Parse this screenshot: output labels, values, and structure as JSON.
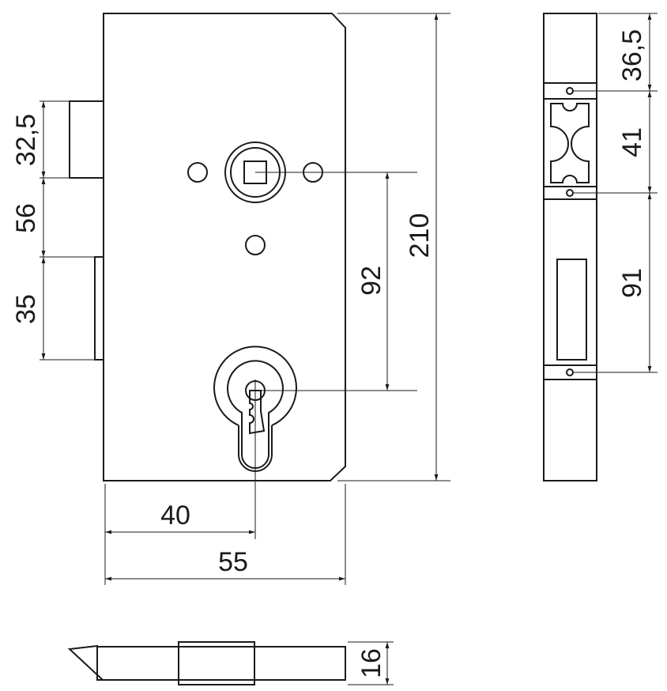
{
  "drawing": {
    "front_view": {
      "dimensions": {
        "latch_height": "32,5",
        "latch_to_bolt": "56",
        "bolt_height": "35",
        "spindle_to_cylinder": "92",
        "total_height": "210",
        "backset": "40",
        "total_width": "55"
      }
    },
    "strike_plate": {
      "dimensions": {
        "top_to_first_hole": "36,5",
        "hole_spacing_upper": "41",
        "hole_spacing_lower": "91"
      }
    },
    "bottom_view": {
      "dimensions": {
        "thickness": "16"
      }
    },
    "colors": {
      "line": "#1a1a1a",
      "background": "#ffffff"
    }
  }
}
